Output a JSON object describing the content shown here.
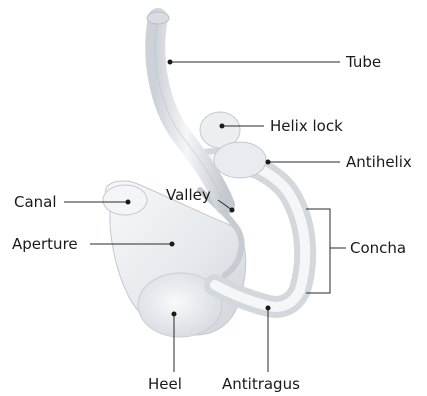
{
  "diagram": {
    "subject": "Earmold",
    "colors": {
      "plastic_light": "#f1f3f5",
      "plastic_mid": "#e2e5e9",
      "plastic_shadow": "#c9ced4",
      "plastic_edge": "#b9bfc6",
      "leader_line": "#2a2a2a",
      "dot": "#1a1a1a"
    },
    "labels": {
      "tube": "Tube",
      "helix_lock": "Helix lock",
      "antihelix": "Antihelix",
      "canal": "Canal",
      "valley": "Valley",
      "aperture": "Aperture",
      "concha": "Concha",
      "heel": "Heel",
      "antitragus": "Antitragus"
    }
  }
}
